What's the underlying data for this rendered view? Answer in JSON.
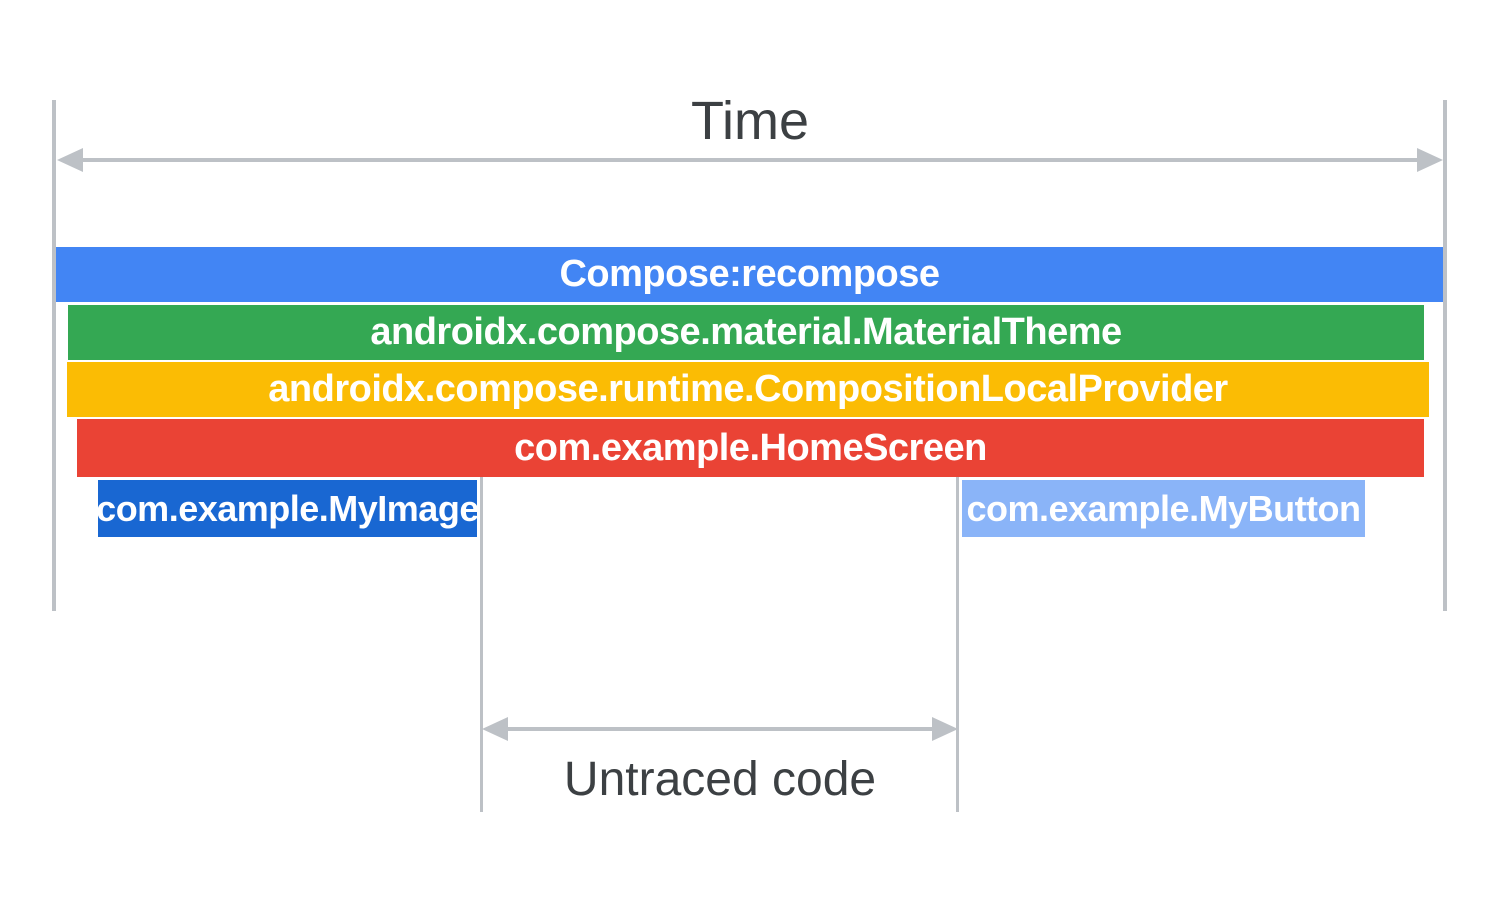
{
  "labels": {
    "time": "Time",
    "untraced": "Untraced code"
  },
  "colors": {
    "axis_gray": "#BDC1C6",
    "label_text": "#3C4043",
    "bar_text": "#FFFFFF"
  },
  "bars": [
    {
      "label": "Compose:recompose",
      "color": "#4285F4"
    },
    {
      "label": "androidx.compose.material.MaterialTheme",
      "color": "#34A853"
    },
    {
      "label": "androidx.compose.runtime.CompositionLocalProvider",
      "color": "#FBBC04"
    },
    {
      "label": "com.example.HomeScreen",
      "color": "#EA4335"
    },
    {
      "label": "com.example.MyImage",
      "color": "#1967D2"
    },
    {
      "label": "com.example.MyButton",
      "color": "#8AB4F8"
    }
  ]
}
